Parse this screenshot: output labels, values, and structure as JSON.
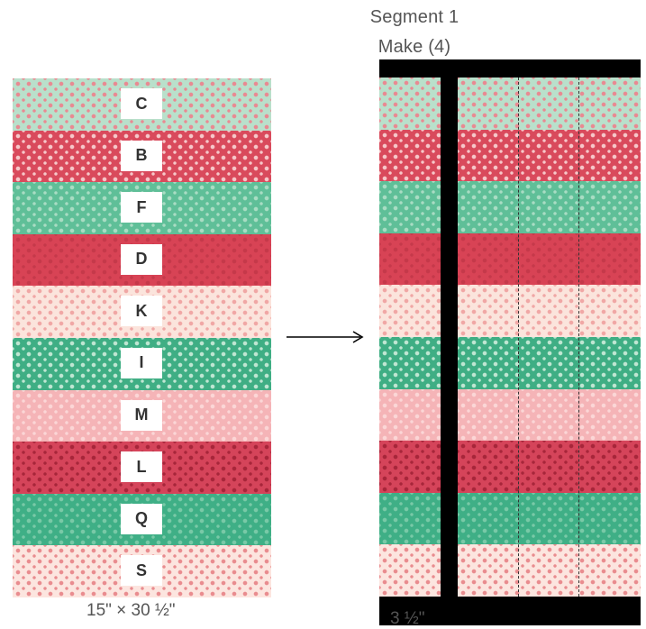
{
  "segment": {
    "title": "Segment 1",
    "subtitle": "Make (4)"
  },
  "strips": [
    {
      "label": "C",
      "bg": "#b9e0cb",
      "dot": "#e88a92"
    },
    {
      "label": "B",
      "bg": "#d94a5c",
      "dot": "#f6c7c9"
    },
    {
      "label": "F",
      "bg": "#5fbf98",
      "dot": "#a9dcc3"
    },
    {
      "label": "D",
      "bg": "#d84355",
      "dot": "#c5394a"
    },
    {
      "label": "K",
      "bg": "#fbe4dc",
      "dot": "#f0a7a5"
    },
    {
      "label": "I",
      "bg": "#3fae84",
      "dot": "#bfe6d2"
    },
    {
      "label": "M",
      "bg": "#f5b4b7",
      "dot": "#fbd6d6"
    },
    {
      "label": "L",
      "bg": "#d5445a",
      "dot": "#a7263a"
    },
    {
      "label": "Q",
      "bg": "#3faf86",
      "dot": "#79c9a7"
    },
    {
      "label": "S",
      "bg": "#fce5df",
      "dot": "#e98c8f"
    }
  ],
  "dimensions": {
    "strip_set": "15\" × 30 ½\"",
    "segment_width": "3 ½\""
  },
  "colors": {
    "segment_frame": "#000000",
    "cut_line": "#333333",
    "text": "#555555"
  },
  "icons": {
    "arrow": "right-arrow-icon"
  }
}
